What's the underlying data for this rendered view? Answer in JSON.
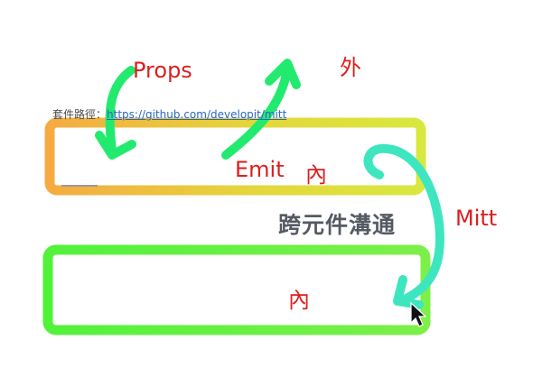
{
  "background_text": {
    "package_path_label": "套件路徑：",
    "package_url": "https://github.com/developit/mitt"
  },
  "center_title": "跨元件溝通",
  "labels": {
    "props": "Props",
    "outer": "外",
    "emit": "Emit",
    "inner_top": "內",
    "mitt": "Mitt",
    "inner_bottom": "內"
  },
  "colors": {
    "label_red": "#dd1e1e",
    "arrow_green": "#22ea6e",
    "arrow_teal": "#3ee6c0",
    "top_box_gradient": [
      "#f5ab42",
      "#d8e83e"
    ],
    "bottom_box_gradient": [
      "#52f23a",
      "#7cf048"
    ],
    "title_gray": "#555a62"
  },
  "icons": [
    "cursor-arrow-icon"
  ]
}
